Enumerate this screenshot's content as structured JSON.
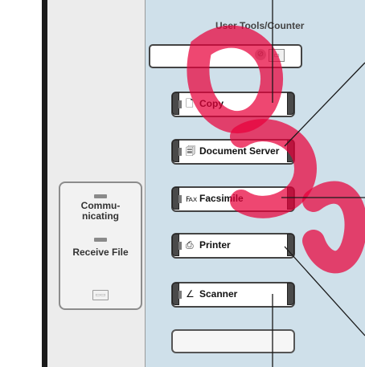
{
  "title": "User Tools/Counter",
  "top_key": {
    "clear_icon": "clear-stop-icon",
    "screen_icon": "display-icon"
  },
  "function_keys": [
    {
      "label": "Copy",
      "icon": "copy-icon"
    },
    {
      "label": "Document Server",
      "icon": "document-server-icon"
    },
    {
      "label": "Facsimile",
      "icon": "facsimile-icon"
    },
    {
      "label": "Printer",
      "icon": "printer-icon"
    },
    {
      "label": "Scanner",
      "icon": "scanner-icon"
    },
    {
      "label": "",
      "icon": ""
    }
  ],
  "status": {
    "communicating": "Commu-\nnicating",
    "receive_file": "Receive File"
  },
  "colors": {
    "panel_blue": "#cfe0ea",
    "watermark": "#e8003a"
  }
}
